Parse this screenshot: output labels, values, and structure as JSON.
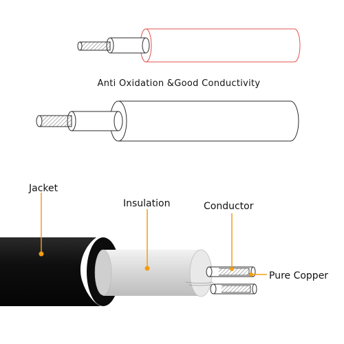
{
  "caption": "Anti Oxidation &Good Conductivity",
  "labels": {
    "jacket": "Jacket",
    "insulation": "Insulation",
    "conductor": "Conductor",
    "pure_copper": "Pure Copper"
  },
  "colors": {
    "top_cable_outline": "#e0524f",
    "wire_outline": "#2b2b2b",
    "jacket": "#141414",
    "insulation_fill": "#d9d9d9",
    "leader_line": "#f39c12",
    "leader_dot": "#f39c12"
  }
}
